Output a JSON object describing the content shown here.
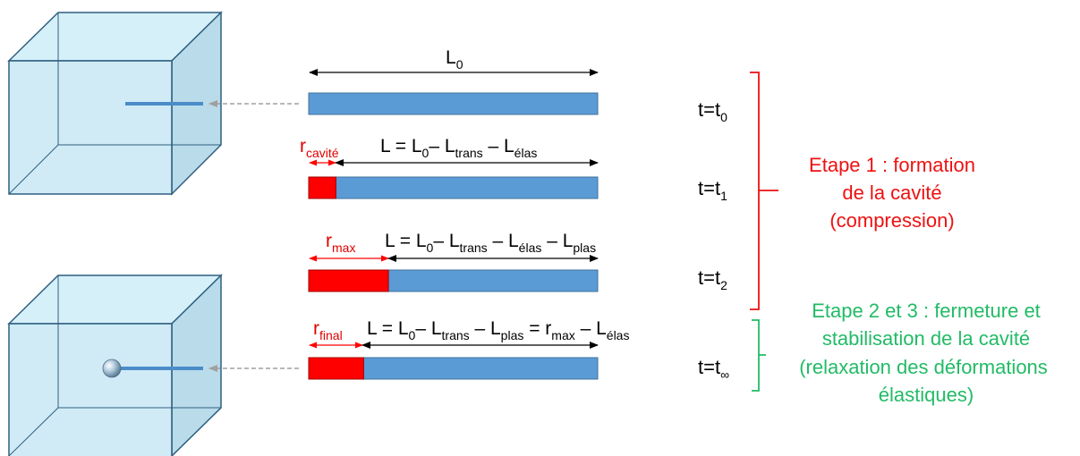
{
  "colors": {
    "bar_blue": "#5b9bd5",
    "bar_red": "#ff0000",
    "cube_fill": "#c8e8f5",
    "cube_edge": "#2e5f80",
    "step1": "#ee1111",
    "step2": "#22bb66"
  },
  "rows": [
    {
      "time": {
        "base": "t=t",
        "sub": "0"
      },
      "length_label": {
        "base": "L",
        "sub": "0"
      },
      "radius_fraction": 0
    },
    {
      "time": {
        "base": "t=t",
        "sub": "1"
      },
      "radius_label": {
        "base": "r",
        "sub": "cavité"
      },
      "equation": [
        {
          "t": "L = L"
        },
        {
          "s": "0"
        },
        {
          "t": "– L"
        },
        {
          "s": "trans"
        },
        {
          "t": " – L"
        },
        {
          "s": "élas"
        }
      ],
      "radius_fraction": 0.094
    },
    {
      "time": {
        "base": "t=t",
        "sub": "2"
      },
      "radius_label": {
        "base": "r",
        "sub": "max"
      },
      "equation": [
        {
          "t": "L = L"
        },
        {
          "s": "0"
        },
        {
          "t": "– L"
        },
        {
          "s": "trans"
        },
        {
          "t": " –  L"
        },
        {
          "s": "élas"
        },
        {
          "t": " – L"
        },
        {
          "s": "plas"
        }
      ],
      "radius_fraction": 0.276
    },
    {
      "time": {
        "base": "t=t",
        "sub": "∞"
      },
      "radius_label": {
        "base": "r",
        "sub": "final"
      },
      "equation": [
        {
          "t": "L = L"
        },
        {
          "s": "0"
        },
        {
          "t": "– L"
        },
        {
          "s": "trans"
        },
        {
          "t": " – L"
        },
        {
          "s": "plas"
        },
        {
          "t": " = r"
        },
        {
          "s": "max"
        },
        {
          "t": " – L"
        },
        {
          "s": "élas"
        }
      ],
      "radius_fraction": 0.19
    }
  ],
  "step1": {
    "lines": [
      "Etape 1 : formation",
      "de la cavité",
      "(compression)"
    ]
  },
  "step2": {
    "lines": [
      "Etape 2 et 3 : fermeture et",
      "stabilisation de la cavité",
      "(relaxation des déformations",
      "élastiques)"
    ]
  }
}
